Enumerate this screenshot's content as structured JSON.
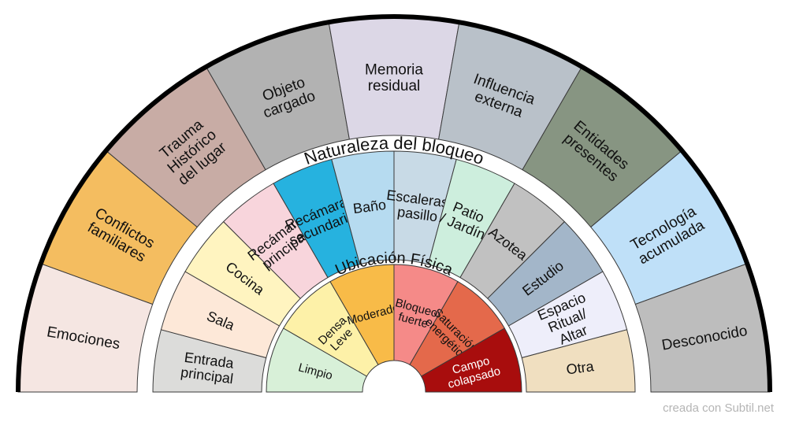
{
  "outer_ring": {
    "label": "Naturaleza del bloqueo",
    "segments": [
      {
        "label": "Emociones",
        "color": "#f5e6e2"
      },
      {
        "label": "Conflictos\nfamiliares",
        "color": "#f4bd60"
      },
      {
        "label": "Trauma\nHistórico\ndel lugar",
        "color": "#c8aca5"
      },
      {
        "label": "Objeto\ncargado",
        "color": "#b2b2b2"
      },
      {
        "label": "Memoria\nresidual",
        "color": "#dcd7e6"
      },
      {
        "label": "Influencia\nexterna",
        "color": "#b9c1c9"
      },
      {
        "label": "Entidades\npresentes",
        "color": "#879582"
      },
      {
        "label": "Tecnología\nacumulada",
        "color": "#bfe0f8"
      },
      {
        "label": "Desconocido",
        "color": "#bdbdbd"
      }
    ]
  },
  "middle_ring": {
    "label": "Ubicación Física",
    "segments": [
      {
        "label": "Entrada\nprincipal",
        "color": "#dcdcda"
      },
      {
        "label": "Sala",
        "color": "#fde8d8"
      },
      {
        "label": "Cocina",
        "color": "#fff4c0"
      },
      {
        "label": "Recámara\nprincipal",
        "color": "#f8d5dc"
      },
      {
        "label": "Recámaras\nsecundarias",
        "color": "#26b2df"
      },
      {
        "label": "Baño",
        "color": "#b6dbf0"
      },
      {
        "label": "Escaleras/\npasillo",
        "color": "#c8dae6"
      },
      {
        "label": "Patio\n/ Jardín",
        "color": "#cdeedd"
      },
      {
        "label": "Azotea",
        "color": "#c1c1c1"
      },
      {
        "label": "Estudio",
        "color": "#a3b6c9"
      },
      {
        "label": "Espacio\nRitual/\nAltar",
        "color": "#eeeefa"
      },
      {
        "label": "Otra",
        "color": "#f0dfc0"
      }
    ]
  },
  "inner_ring": {
    "segments": [
      {
        "label": "Limpio",
        "color": "#d8f0d8"
      },
      {
        "label": "Densa\nLeve",
        "color": "#fdf1a8"
      },
      {
        "label": "Moderado",
        "color": "#f8bb48"
      },
      {
        "label": "Bloqueo\nfuerte",
        "color": "#f58a88"
      },
      {
        "label": "Saturación\nenergética",
        "color": "#e4694b"
      },
      {
        "label": "Campo\ncolapsado",
        "color": "#a80d0d"
      }
    ]
  },
  "footer": {
    "credit": "creada con Subtil.net"
  }
}
